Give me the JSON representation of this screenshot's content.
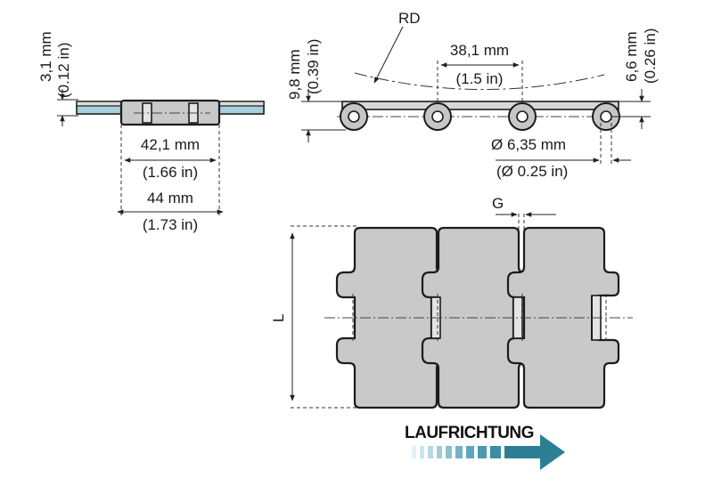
{
  "dimensions": {
    "thickness_mm": "3,1 mm",
    "thickness_in": "(0.12 in)",
    "width_inner_mm": "42,1 mm",
    "width_inner_in": "(1.66 in)",
    "width_outer_mm": "44 mm",
    "width_outer_in": "(1.73 in)",
    "height_mm": "9,8 mm",
    "height_in": "(0.39 in)",
    "pitch_mm": "38,1 mm",
    "pitch_in": "(1.5 in)",
    "radius_label": "RD",
    "top_mm": "6,6 mm",
    "top_in": "(0.26 in)",
    "pin_mm": "Ø 6,35 mm",
    "pin_in": "(Ø 0.25 in)",
    "gap_label": "G",
    "length_label": "L"
  },
  "direction_label": "LAUFRICHTUNG",
  "colors": {
    "arrow": "#2a7f95",
    "part_fill": "#c9c9c9",
    "outline": "#1c1c1c",
    "accent_blue": "#9cc6d8"
  }
}
